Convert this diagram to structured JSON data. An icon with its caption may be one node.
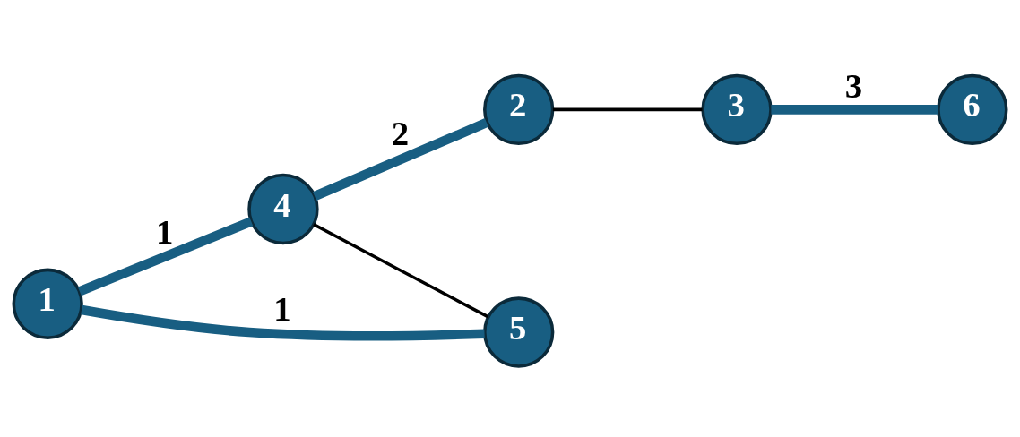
{
  "diagram": {
    "nodes": [
      {
        "text": [
          "4"
        ]
      },
      {
        "text": [
          "1"
        ]
      },
      {
        "text": [
          "2"
        ]
      },
      {
        "text": [
          "3"
        ]
      },
      {
        "text": [
          "6"
        ]
      },
      {
        "text": [
          "5"
        ]
      }
    ],
    "edges": [
      {
        "from": 1,
        "to": 0,
        "arrow": "none",
        "label": "1"
      },
      {
        "from": 1,
        "to": 5,
        "arrow": "none",
        "label": "1"
      },
      {
        "from": 0,
        "to": 5,
        "arrow": "none",
        "color": "#000000"
      },
      {
        "from": 0,
        "to": 2,
        "arrow": "none",
        "label": "2"
      },
      {
        "from": 2,
        "to": 3,
        "arrow": "none",
        "color": "#000000"
      },
      {
        "from": 3,
        "to": 4,
        "arrow": "none",
        "label": "3"
      }
    ]
  }
}
